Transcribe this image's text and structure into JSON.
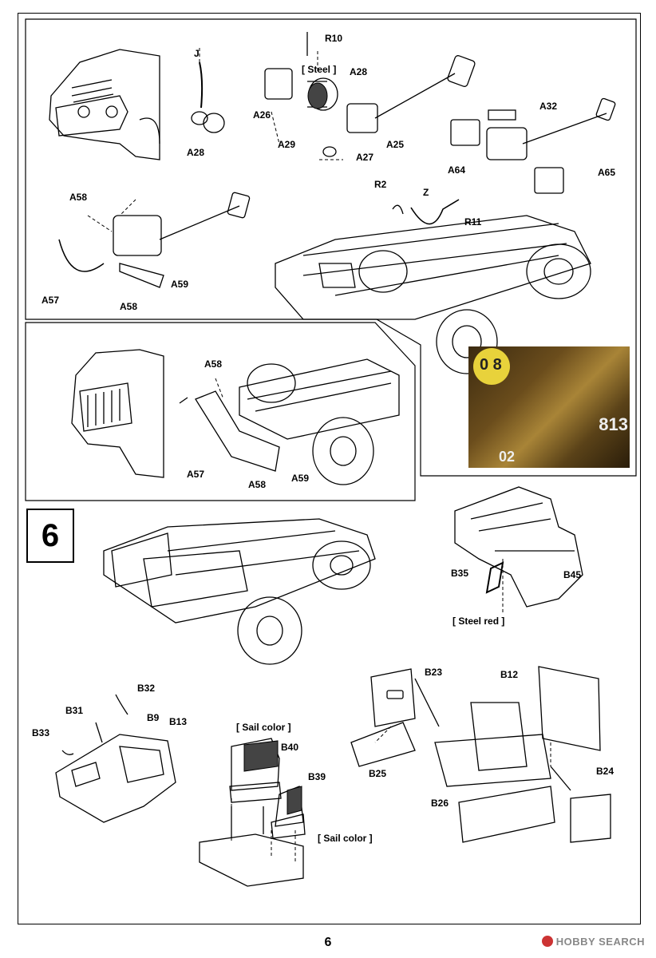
{
  "page": {
    "number": "6",
    "watermark": "HOBBY SEARCH"
  },
  "step": {
    "number": "6"
  },
  "colors": {
    "steel": "Steel",
    "steel_red": "Steel red",
    "sail": "Sail color"
  },
  "notes": {
    "steel": "[ Steel ]",
    "steel_red": "[ Steel red ]",
    "sail_color_top": "[ Sail color ]",
    "sail_color_bottom": "[ Sail color ]"
  },
  "labels": {
    "r10": "R10",
    "j": "J",
    "a28_top": "A28",
    "a28_left": "A28",
    "a26": "A26",
    "a29": "A29",
    "a25": "A25",
    "a27": "A27",
    "a32": "A32",
    "a64": "A64",
    "a65": "A65",
    "r2": "R2",
    "z": "Z",
    "r11": "R11",
    "a58_a": "A58",
    "a57_a": "A57",
    "a58_b": "A58",
    "a59_a": "A59",
    "a58_c": "A58",
    "a57_b": "A57",
    "a58_d": "A58",
    "a59_b": "A59",
    "b35": "B35",
    "b45": "B45",
    "b32": "B32",
    "b31": "B31",
    "b9": "B9",
    "b13": "B13",
    "b33": "B33",
    "b40": "B40",
    "b39": "B39",
    "b23": "B23",
    "b25": "B25",
    "b12": "B12",
    "b24": "B24",
    "b26": "B26"
  },
  "photo": {
    "disk_text": "0 8",
    "number_right": "813",
    "number_bottom": "02"
  }
}
